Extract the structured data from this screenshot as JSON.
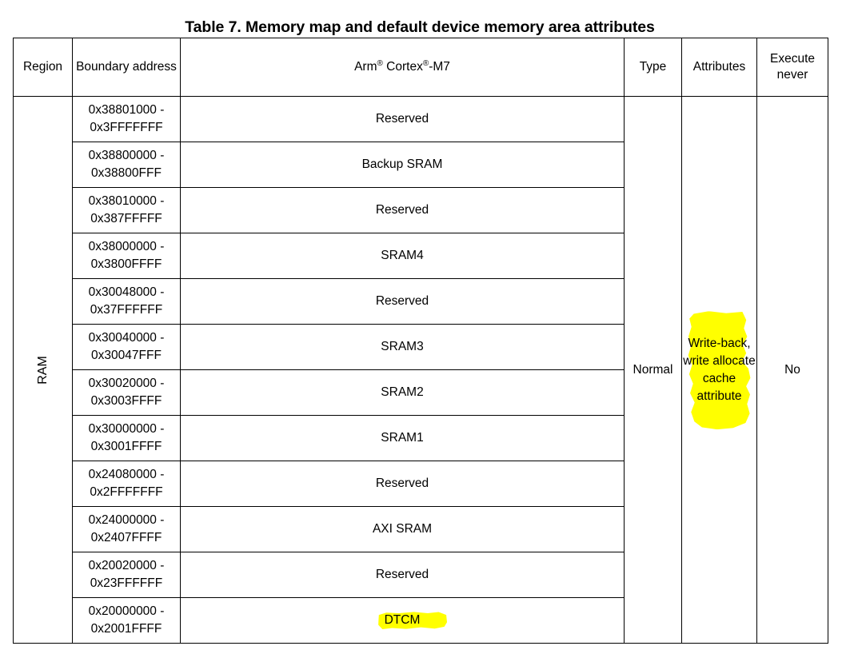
{
  "caption": "Table 7. Memory map and default device memory area attributes",
  "table": {
    "headers": {
      "region": "Region",
      "boundary_address": "Boundary address",
      "core_prefix": "Arm",
      "core_mid": " Cortex",
      "core_suffix": "-M7",
      "registered_mark": "®",
      "type": "Type",
      "attributes": "Attributes",
      "execute_never": "Execute never"
    },
    "region_label": "RAM",
    "type_value": "Normal",
    "attributes_value": "Write-back, write allocate cache attribute",
    "execute_never_value": "No",
    "highlight_color": "#FFFF00",
    "rows": [
      {
        "addr_start": "0x38801000 -",
        "addr_end": "0x3FFFFFFF",
        "core": "Reserved",
        "highlighted": false
      },
      {
        "addr_start": "0x38800000 -",
        "addr_end": "0x38800FFF",
        "core": "Backup SRAM",
        "highlighted": false
      },
      {
        "addr_start": "0x38010000 -",
        "addr_end": "0x387FFFFF",
        "core": "Reserved",
        "highlighted": false
      },
      {
        "addr_start": "0x38000000 -",
        "addr_end": "0x3800FFFF",
        "core": "SRAM4",
        "highlighted": false
      },
      {
        "addr_start": "0x30048000 -",
        "addr_end": "0x37FFFFFF",
        "core": "Reserved",
        "highlighted": false
      },
      {
        "addr_start": "0x30040000 -",
        "addr_end": "0x30047FFF",
        "core": "SRAM3",
        "highlighted": false
      },
      {
        "addr_start": "0x30020000 -",
        "addr_end": "0x3003FFFF",
        "core": "SRAM2",
        "highlighted": false
      },
      {
        "addr_start": "0x30000000 -",
        "addr_end": "0x3001FFFF",
        "core": "SRAM1",
        "highlighted": false
      },
      {
        "addr_start": "0x24080000 -",
        "addr_end": "0x2FFFFFFF",
        "core": "Reserved",
        "highlighted": false
      },
      {
        "addr_start": "0x24000000 -",
        "addr_end": "0x2407FFFF",
        "core": "AXI SRAM",
        "highlighted": false
      },
      {
        "addr_start": "0x20020000 -",
        "addr_end": "0x23FFFFFF",
        "core": "Reserved",
        "highlighted": false
      },
      {
        "addr_start": "0x20000000 -",
        "addr_end": "0x2001FFFF",
        "core": "DTCM",
        "highlighted": true
      }
    ]
  }
}
